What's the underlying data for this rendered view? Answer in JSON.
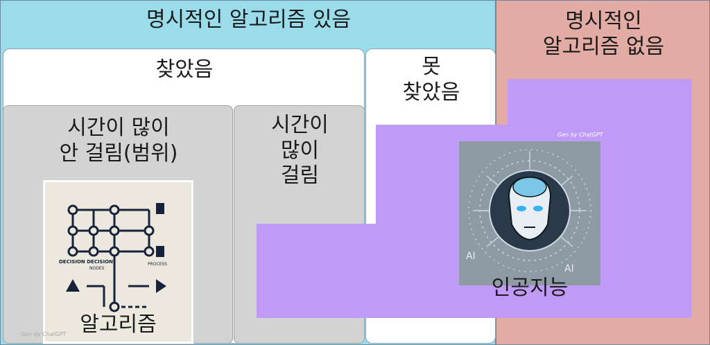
{
  "regions": {
    "explicit_yes": "명시적인 알고리즘 있음",
    "explicit_no": "명시적인\n알고리즘 없음",
    "found": "찾았음",
    "not_found": "못\n찾았음",
    "fast": "시간이 많이\n안 걸림(범위)",
    "slow": "시간이\n많이\n걸림"
  },
  "images": {
    "algorithm": {
      "caption": "알고리즘",
      "node_labels": [
        "DECISION DECISION",
        "NODES",
        "PROCESS"
      ],
      "credit": "Gen by ChatGPT"
    },
    "ai": {
      "caption": "인공지능",
      "side_labels": [
        "AI",
        "AI"
      ],
      "credit": "Gen by ChatGPT"
    }
  },
  "colors": {
    "explicit_yes": "#9adcea",
    "explicit_no": "#e2aba4",
    "ai_highlight": "#c09af7",
    "panel_grey": "#d3d3d3"
  }
}
